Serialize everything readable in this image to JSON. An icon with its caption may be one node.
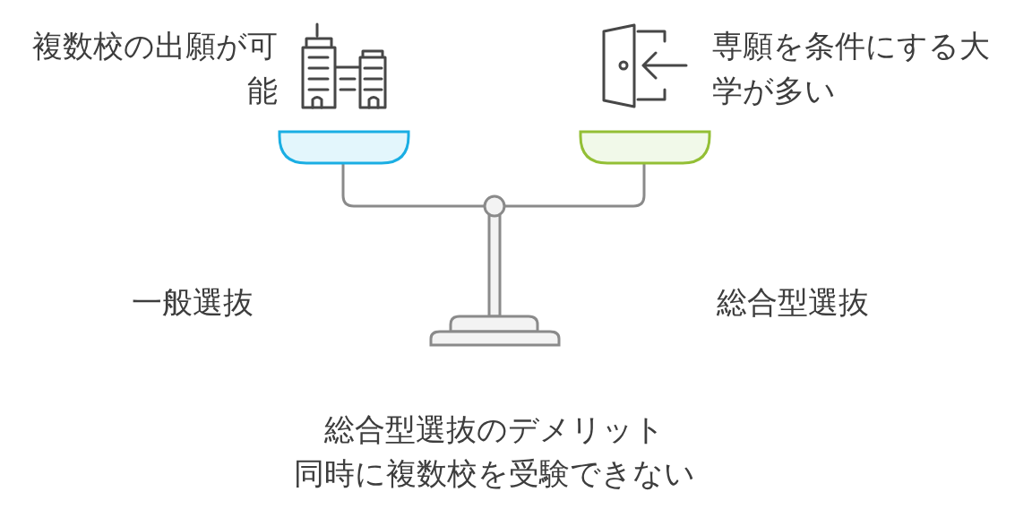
{
  "diagram": {
    "labels": [
      "複数校の出願が可能",
      "専願を条件にする大学が多い",
      "一般選抜",
      "総合型選抜",
      "総合型選抜のデメリット",
      "同時に複数校を受験できない"
    ]
  }
}
